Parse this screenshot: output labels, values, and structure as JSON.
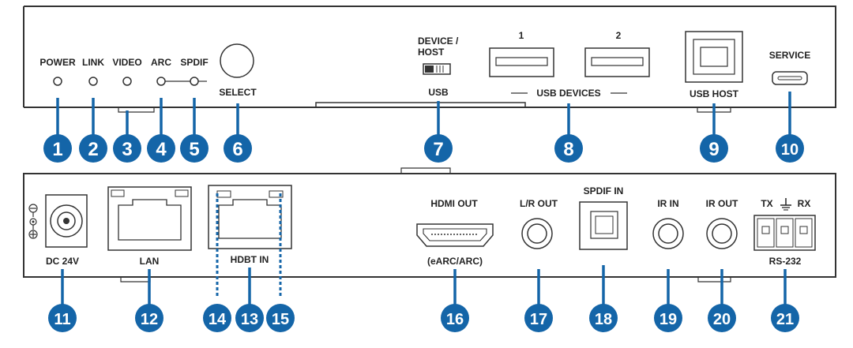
{
  "colors": {
    "callout": "#1465a8",
    "outline": "#333333",
    "panel_fill": "#ffffff",
    "led_fill": "#ffffff"
  },
  "front_panel": {
    "led_labels": [
      "POWER",
      "LINK",
      "VIDEO",
      "ARC",
      "SPDIF"
    ],
    "select_label": "SELECT",
    "device_host_line1": "DEVICE /",
    "device_host_line2": "HOST",
    "usb_label": "USB",
    "usb_device_1": "1",
    "usb_device_2": "2",
    "usb_devices_label": "USB DEVICES",
    "usb_host_label": "USB HOST",
    "service_label": "SERVICE"
  },
  "rear_panel": {
    "dc_label": "DC 24V",
    "lan_label": "LAN",
    "hdbt_label": "HDBT IN",
    "hdmi_out_label": "HDMI OUT",
    "earc_label": "(eARC/ARC)",
    "lr_out_label": "L/R OUT",
    "spdif_in_label": "SPDIF IN",
    "ir_in_label": "IR IN",
    "ir_out_label": "IR OUT",
    "tx_label": "TX",
    "rx_label": "RX",
    "rs232_label": "RS-232"
  },
  "callouts_front": [
    "1",
    "2",
    "3",
    "4",
    "5",
    "6",
    "7",
    "8",
    "9",
    "10"
  ],
  "callouts_rear": [
    "11",
    "12",
    "14",
    "13",
    "15",
    "16",
    "17",
    "18",
    "19",
    "20",
    "21"
  ]
}
